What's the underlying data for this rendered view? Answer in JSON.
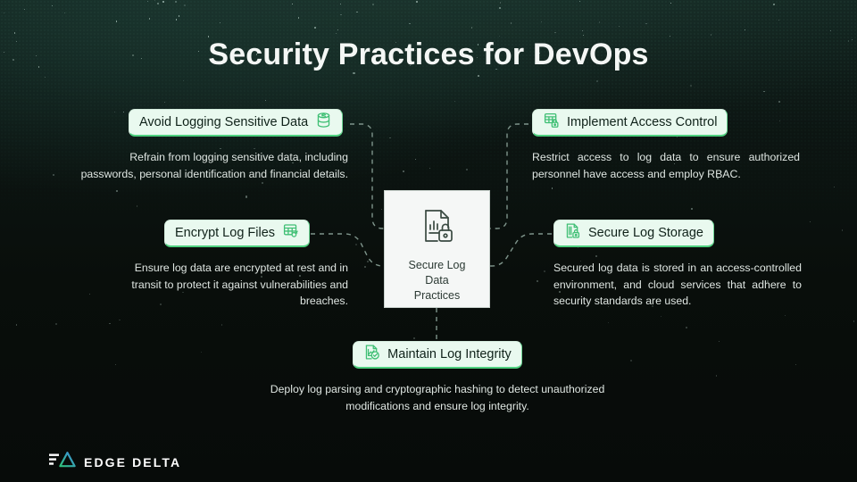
{
  "page": {
    "title": "Security Practices for DevOps",
    "background_color": "#080d0a",
    "accent_color": "#4fd07f",
    "badge_bg_color": "#e9f9ef",
    "text_color": "#dfe6e2"
  },
  "center_node": {
    "icon": "document-bar-chart-lock-icon",
    "label_lines": [
      "Secure Log",
      "Data",
      "Practices"
    ],
    "label": "Secure Log Data Practices"
  },
  "blocks": [
    {
      "id": "avoid-logging-sensitive-data",
      "icon": "database-icon",
      "title": "Avoid Logging Sensitive Data",
      "description": "Refrain from logging sensitive data, including passwords, personal identification and financial details."
    },
    {
      "id": "encrypt-log-files",
      "icon": "table-key-icon",
      "title": "Encrypt Log Files",
      "description": "Ensure log data are encrypted at rest and in transit to protect it against vulnerabilities and breaches."
    },
    {
      "id": "implement-access-control",
      "icon": "table-lock-icon",
      "title": "Implement Access Control",
      "description": "Restrict access to log data to ensure authorized personnel have access and employ RBAC."
    },
    {
      "id": "secure-log-storage",
      "icon": "document-lock-icon",
      "title": "Secure Log Storage",
      "description": "Secured log data is stored in an access-controlled environment, and cloud services that adhere to security standards are used."
    },
    {
      "id": "maintain-log-integrity",
      "icon": "document-chart-check-icon",
      "title": "Maintain Log Integrity",
      "description": "Deploy log parsing and cryptographic hashing to detect unauthorized modifications and ensure log integrity."
    }
  ],
  "logo": {
    "mark": "edge-delta-mark-icon",
    "text": "EDGE DELTA"
  }
}
